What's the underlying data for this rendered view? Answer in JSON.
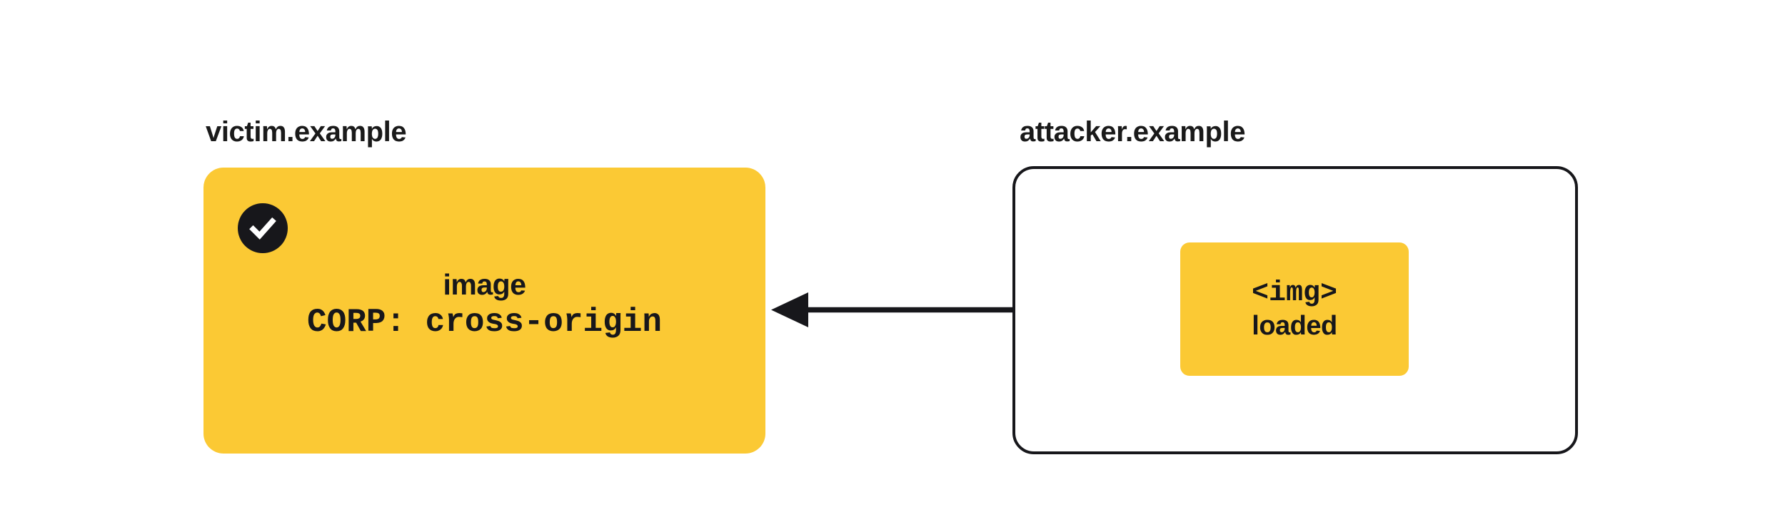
{
  "diagram": {
    "title": "CORP cross-origin allows embedding",
    "background_color": "#ffffff",
    "accent_color": "#FBC934",
    "ink_color": "#17171b"
  },
  "victim_origin": {
    "label": "victim.example",
    "card": {
      "badge_icon": "check-circle-icon",
      "badge_state": "allowed",
      "resource_type": "image",
      "header_line": "CORP: cross-origin"
    }
  },
  "connection": {
    "icon": "arrow-left-icon",
    "direction": "right-to-left",
    "description": "request from attacker.example to victim.example"
  },
  "attacker_origin": {
    "label": "attacker.example",
    "element": {
      "tag": "<img>",
      "status": "loaded"
    }
  }
}
